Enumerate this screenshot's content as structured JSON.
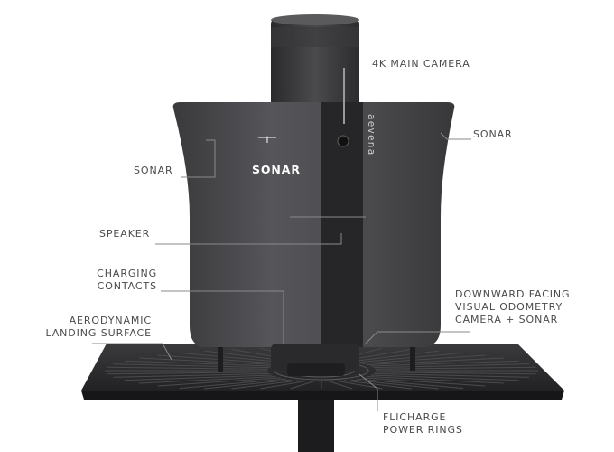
{
  "product": {
    "brand_mark": "aevena",
    "palette": {
      "body": "#4a4a4c",
      "body_dark": "#2f2f31",
      "stripe": "#262628",
      "platform": "#2b2b2d",
      "leader": "#8a8a8a",
      "label": "#4a4a4a"
    }
  },
  "labels": {
    "main_camera": "4K MAIN CAMERA",
    "sonar_right": "SONAR",
    "sonar_left": "SONAR",
    "sonar_front": "SONAR",
    "speaker": "SPEAKER",
    "charging_1": "CHARGING",
    "charging_2": "CONTACTS",
    "landing_1": "AERODYNAMIC",
    "landing_2": "LANDING SURFACE",
    "downward_1": "DOWNWARD FACING",
    "downward_2": "VISUAL ODOMETRY",
    "downward_3": "CAMERA + SONAR",
    "flicharge_1": "FLICHARGE",
    "flicharge_2": "POWER RINGS"
  }
}
